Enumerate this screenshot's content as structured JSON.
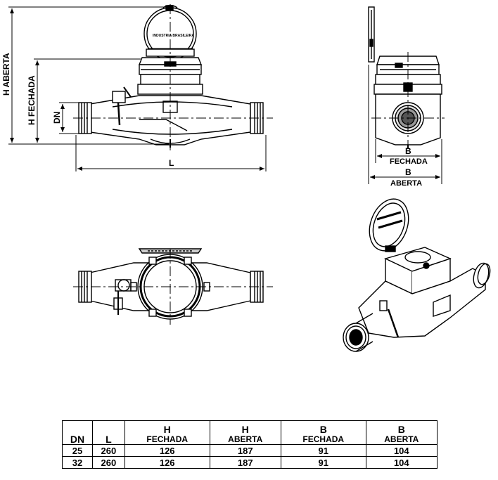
{
  "side_view": {
    "labels": {
      "h_aberta": "H ABERTA",
      "h_fechada": "H FECHADA",
      "dn": "DN",
      "l": "L",
      "lid_text": "INDUSTRIA BRASILEIRA"
    }
  },
  "end_view": {
    "labels": {
      "b1": "B",
      "fechada": "FECHADA",
      "b2": "B",
      "aberta": "ABERTA"
    }
  },
  "table": {
    "headers": [
      {
        "main": "DN",
        "sub": ""
      },
      {
        "main": "L",
        "sub": ""
      },
      {
        "main": "H",
        "sub": "FECHADA"
      },
      {
        "main": "H",
        "sub": "ABERTA"
      },
      {
        "main": "B",
        "sub": "FECHADA"
      },
      {
        "main": "B",
        "sub": "ABERTA"
      }
    ],
    "rows": [
      [
        "25",
        "260",
        "126",
        "187",
        "91",
        "104"
      ],
      [
        "32",
        "260",
        "126",
        "187",
        "91",
        "104"
      ]
    ]
  }
}
